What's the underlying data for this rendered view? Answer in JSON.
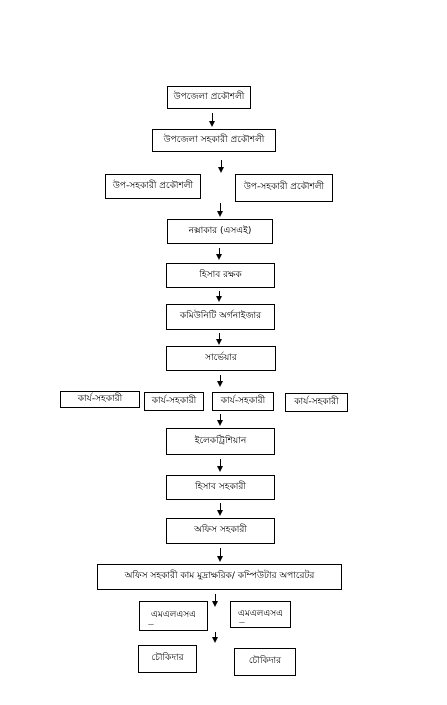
{
  "nodes": {
    "upazila_engineer": "উপজেলা প্রকৌশলী",
    "upazila_asst_engineer": "উপজেলা সহকারী প্রকৌশলী",
    "sub_asst_engineer_1": "উপ-সহকারী প্রকৌশলী",
    "sub_asst_engineer_2": "উপ-সহকারী প্রকৌশলী",
    "draftsman": "নক্সাকার (এসএই)",
    "accountant": "হিসাব রক্ষক",
    "community_organizer": "কমিউনিটি অর্গনাইজার",
    "surveyor": "সার্ভেয়ার",
    "work_asst_1": "কার্য-সহকারী",
    "work_asst_2": "কার্য-সহকারী",
    "work_asst_3": "কার্য-সহকারী",
    "work_asst_4": "কার্য-সহকারী",
    "electrician": "ইলেকট্রিশিয়ান",
    "accounts_asst": "হিসাব সহকারী",
    "office_asst": "অফিস সহকারী",
    "office_asst_typist": "অফিস সহকারী কাম মুদ্রাক্ষরিক/ কম্পিউটার অপারেটর",
    "mlss_1": "এমএলএসএ",
    "mlss_2": "এমএলএসএ",
    "guard_1": "চৌকিদার",
    "guard_2": "চৌকিদার"
  },
  "marks": {
    "dash": "—"
  }
}
